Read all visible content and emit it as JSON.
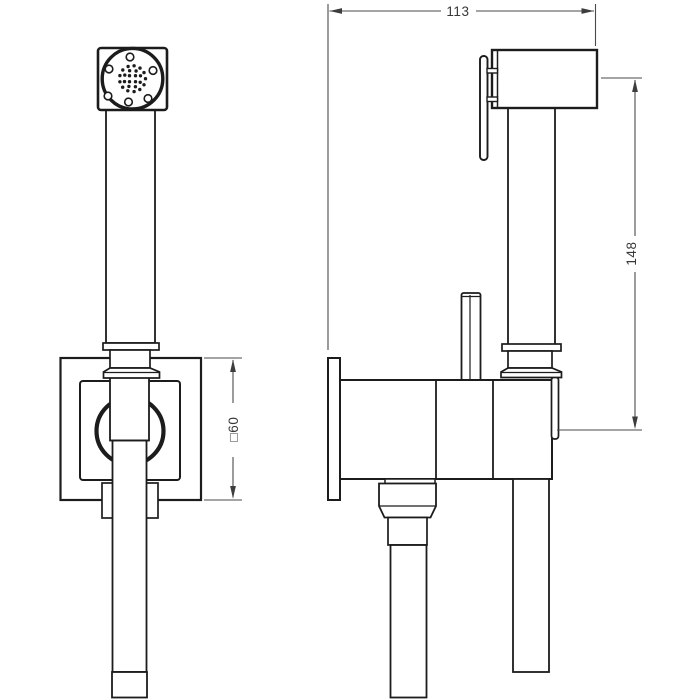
{
  "drawing": {
    "background": "#ffffff",
    "line_color": "#1c1c1c",
    "dim_color": "#4a4a4a",
    "type": "technical-dimension-drawing",
    "subject": "wall-mounted hand shower / bidet spray set, front and side orthographic views",
    "dimensions": {
      "projection_width": "113",
      "height_head_to_valve": "148",
      "wall_plate_size": "□60"
    }
  }
}
